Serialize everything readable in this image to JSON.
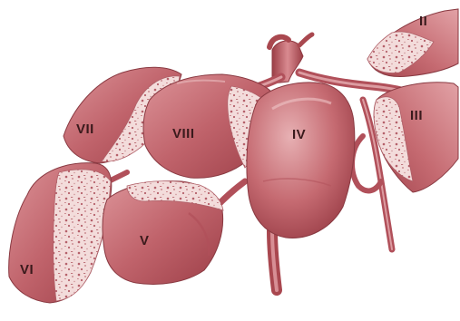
{
  "diagram": {
    "segments": [
      {
        "id": "seg-ii",
        "label": "II"
      },
      {
        "id": "seg-iii",
        "label": "III"
      },
      {
        "id": "seg-iv",
        "label": "IV"
      },
      {
        "id": "seg-v",
        "label": "V"
      },
      {
        "id": "seg-vi",
        "label": "VI"
      },
      {
        "id": "seg-vii",
        "label": "VII"
      },
      {
        "id": "seg-viii",
        "label": "VIII"
      }
    ]
  },
  "colors": {
    "tissue_dark": "#a84a52",
    "tissue_mid": "#c96d74",
    "tissue_light": "#e3a4a8",
    "cut_surface": "#f1d7d6",
    "cut_speckle": "#b35a62",
    "vessel": "#b7535b",
    "background": "#ffffff"
  }
}
